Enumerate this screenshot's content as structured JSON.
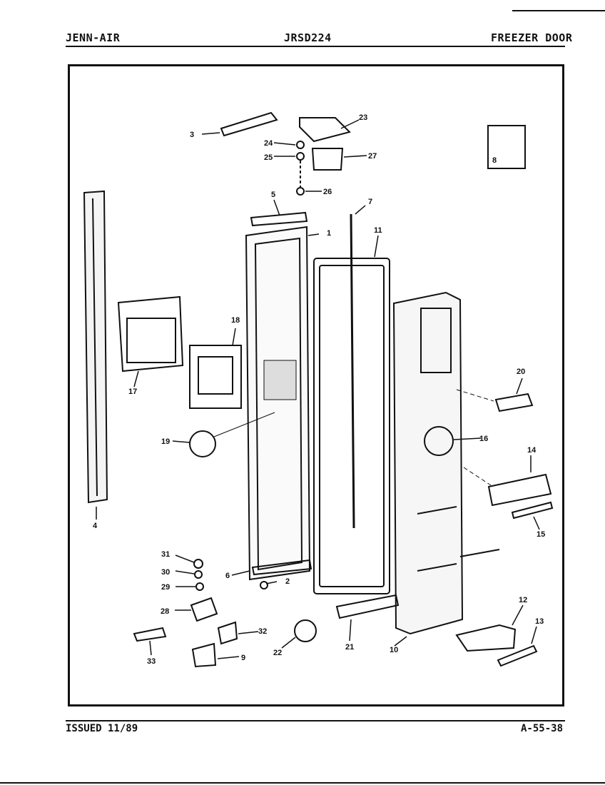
{
  "header": {
    "brand": "JENN-AIR",
    "model": "JRSD224",
    "section": "FREEZER DOOR"
  },
  "footer": {
    "issued": "ISSUED 11/89",
    "page_code": "A-55-38"
  },
  "parts": [
    {
      "num": "1"
    },
    {
      "num": "2"
    },
    {
      "num": "3"
    },
    {
      "num": "4"
    },
    {
      "num": "5"
    },
    {
      "num": "6"
    },
    {
      "num": "7"
    },
    {
      "num": "8"
    },
    {
      "num": "9"
    },
    {
      "num": "10"
    },
    {
      "num": "11"
    },
    {
      "num": "12"
    },
    {
      "num": "13"
    },
    {
      "num": "14"
    },
    {
      "num": "15"
    },
    {
      "num": "16"
    },
    {
      "num": "17"
    },
    {
      "num": "18"
    },
    {
      "num": "19"
    },
    {
      "num": "20"
    },
    {
      "num": "21"
    },
    {
      "num": "22"
    },
    {
      "num": "23"
    },
    {
      "num": "24"
    },
    {
      "num": "25"
    },
    {
      "num": "26"
    },
    {
      "num": "27"
    },
    {
      "num": "28"
    },
    {
      "num": "29"
    },
    {
      "num": "30"
    },
    {
      "num": "31"
    },
    {
      "num": "32"
    },
    {
      "num": "33"
    }
  ]
}
